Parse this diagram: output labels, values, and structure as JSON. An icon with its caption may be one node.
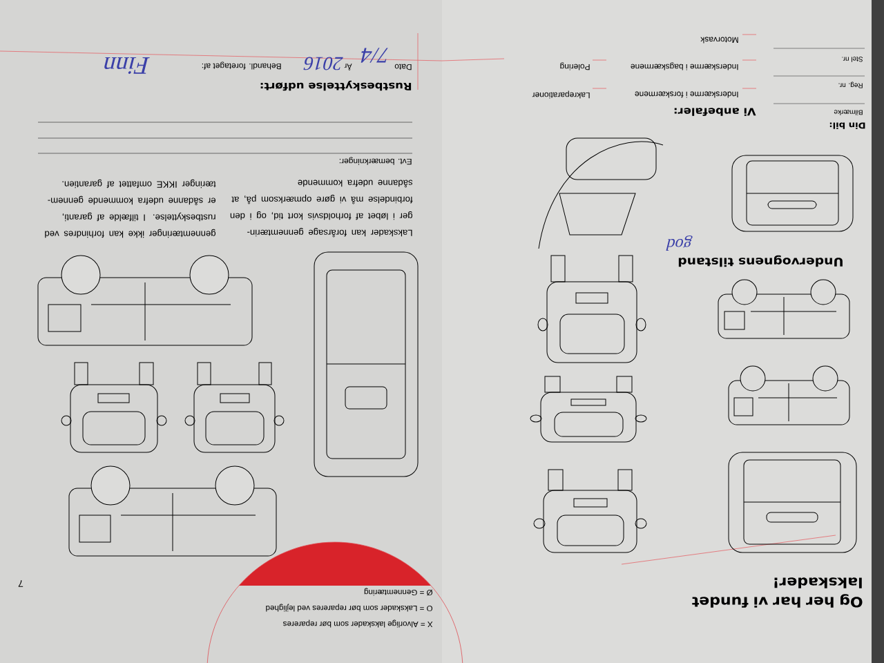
{
  "diagram": {
    "title": "Og her har vi fundet lakskader!",
    "labels": [
      "Undervognens tilstand",
      "god",
      "Din bil:",
      "Bilmærke",
      "Reg. nr.",
      "Stel nr.",
      "Vi anbefaler:",
      "Inderskærme i forskærmene",
      "Lakreparationer",
      "Inderskærme i bagskærmene",
      "Polering",
      "Motorvask",
      "X = Alvorlige lakskader som bør repareres",
      "O = Lakskader som bør repareres ved lejlighed",
      "Ø = Gennemtæring",
      "Lakskader kan forårsage gennemtærin- ger i løbet af forholdsvis kort tid, og i den forbindelse må vi gøre opmærksom på, at sådanne udefra kommende",
      "gennemtæringer ikke kan forhindres ved rustbeskyttelse. I tilfælde af garanti, er sådanne udefra kommende gennem- tæringer IKKE omfattet af garantien.",
      "Evt. bemærkninger:",
      "Rustbeskyttelse udført:",
      "Dato",
      "7/4",
      "År",
      "2016",
      "Behandl. foretaget af:",
      "Finn",
      "7"
    ]
  }
}
